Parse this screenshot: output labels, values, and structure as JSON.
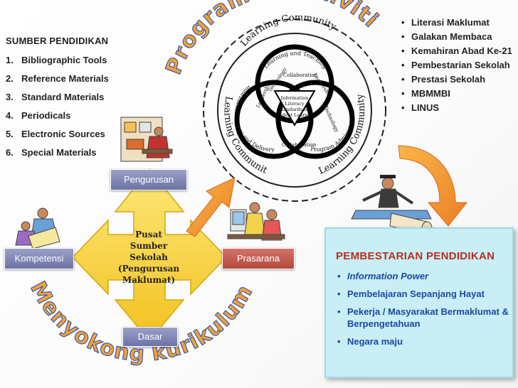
{
  "left_list": {
    "title": "SUMBER PENDIDIKAN",
    "items": [
      {
        "num": "1.",
        "label": "Bibliographic Tools"
      },
      {
        "num": "2.",
        "label": "Reference Materials"
      },
      {
        "num": "3.",
        "label": "Standard Materials"
      },
      {
        "num": "4.",
        "label": "Periodicals"
      },
      {
        "num": "5.",
        "label": "Electronic Sources"
      },
      {
        "num": "6.",
        "label": "Special Materials"
      }
    ]
  },
  "right_top_list": [
    "Literasi Maklumat",
    "Galakan Membaca",
    "Kemahiran Abad Ke-21",
    "Pembestarian Sekolah",
    "Prestasi Sekolah",
    "MBMMBI",
    "LINUS"
  ],
  "arc_titles": {
    "top": "Program & Aktiviti",
    "bottom": "Menyokong kurikulum"
  },
  "diagram": {
    "outer_ring_top": "Learning Community",
    "outer_ring_left": "Learning Community",
    "outer_ring_right": "Learning Community",
    "circle_top": "Learning and Teaching",
    "circle_left": "Information Access and Delivery",
    "circle_right": "Program Administration",
    "words": [
      "Technology",
      "Collaboration",
      "Leadership",
      "Technology",
      "Collaboration",
      "Leadership"
    ],
    "center_lines": [
      "Information",
      "Literacy",
      "Standards for",
      "Student Learning"
    ]
  },
  "hub": {
    "center_lines": [
      "Pusat",
      "Sumber",
      "Sekolah",
      "(Pengurusan",
      "Maklumat)"
    ],
    "top_label": "Pengurusan",
    "left_label": "Kompetensi",
    "right_label": "Prasarana",
    "bottom_label": "Dasar"
  },
  "pembestarian": {
    "title": "PEMBESTARIAN PENDIDIKAN",
    "items": [
      {
        "text": "Information Power",
        "italic": true
      },
      {
        "text": "Pembelajaran Sepanjang Hayat",
        "italic": false
      },
      {
        "text": "Pekerja / Masyarakat Bermaklumat  & Berpengetahuan",
        "italic": false
      },
      {
        "text": "Negara maju",
        "italic": false
      }
    ]
  },
  "colors": {
    "arc_text_fill": "#f2a23a",
    "arc_text_stroke": "#3c58a8",
    "arrow_yellow": "#f9d43a",
    "arrow_orange": "#f39a3c",
    "box_purple": "#7a80b2",
    "box_red": "#c25a4f",
    "panel_bg": "#c9eef6",
    "panel_title": "#b92e1e",
    "panel_text": "#1a4aa0"
  }
}
